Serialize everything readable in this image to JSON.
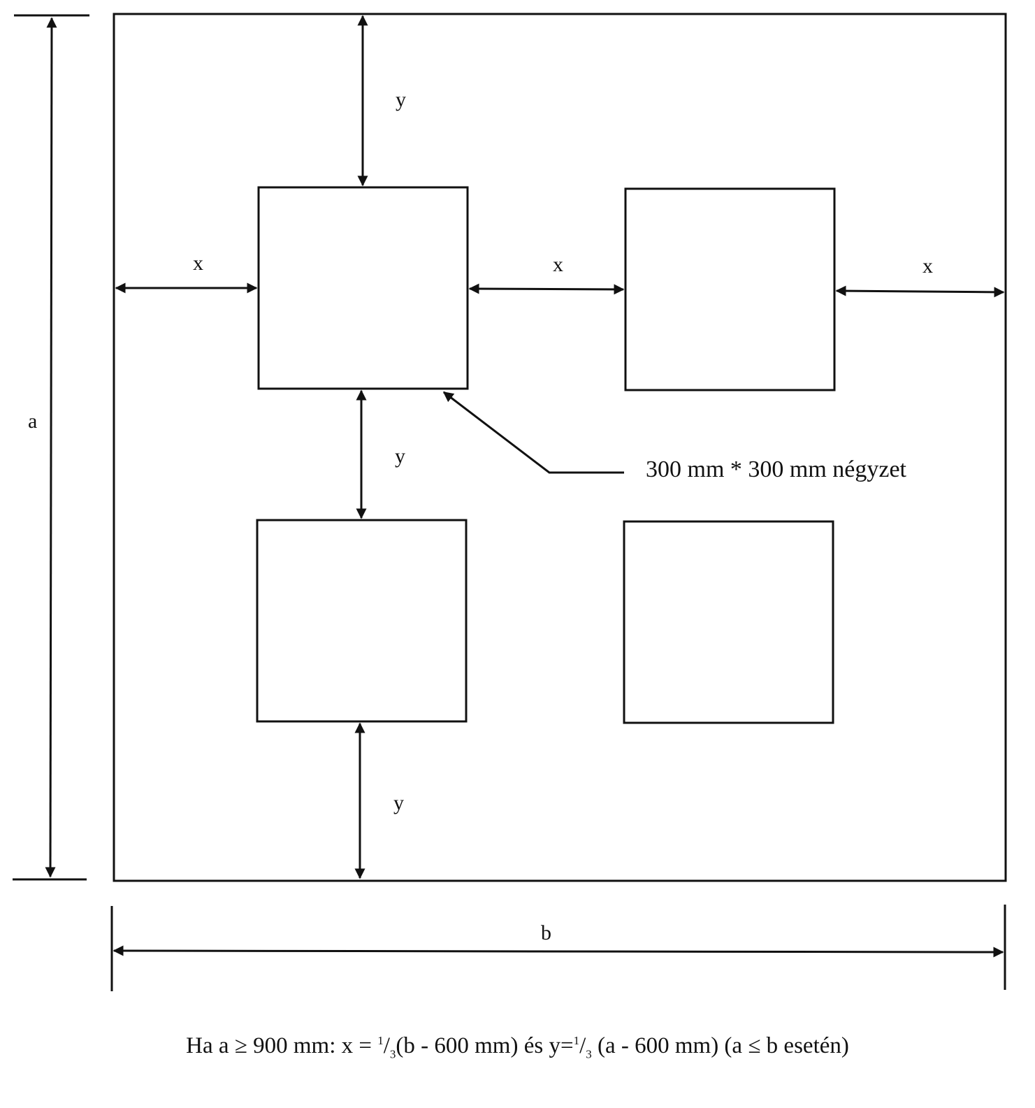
{
  "diagram": {
    "labels": {
      "a": "a",
      "b": "b",
      "x": "x",
      "y": "y",
      "callout": "300 mm * 300 mm négyzet"
    },
    "formula": {
      "part1": "Ha a ≥ 900 mm: x = ",
      "num": "1",
      "slash": "/",
      "den": "3",
      "part2": "(b - 600 mm) és y=",
      "num2": "1",
      "slash2": "/",
      "den2": "3",
      "part3": " (a - 600 mm) (a ≤ b esetén)"
    },
    "colors": {
      "line": "#111111",
      "background": "#ffffff"
    }
  }
}
